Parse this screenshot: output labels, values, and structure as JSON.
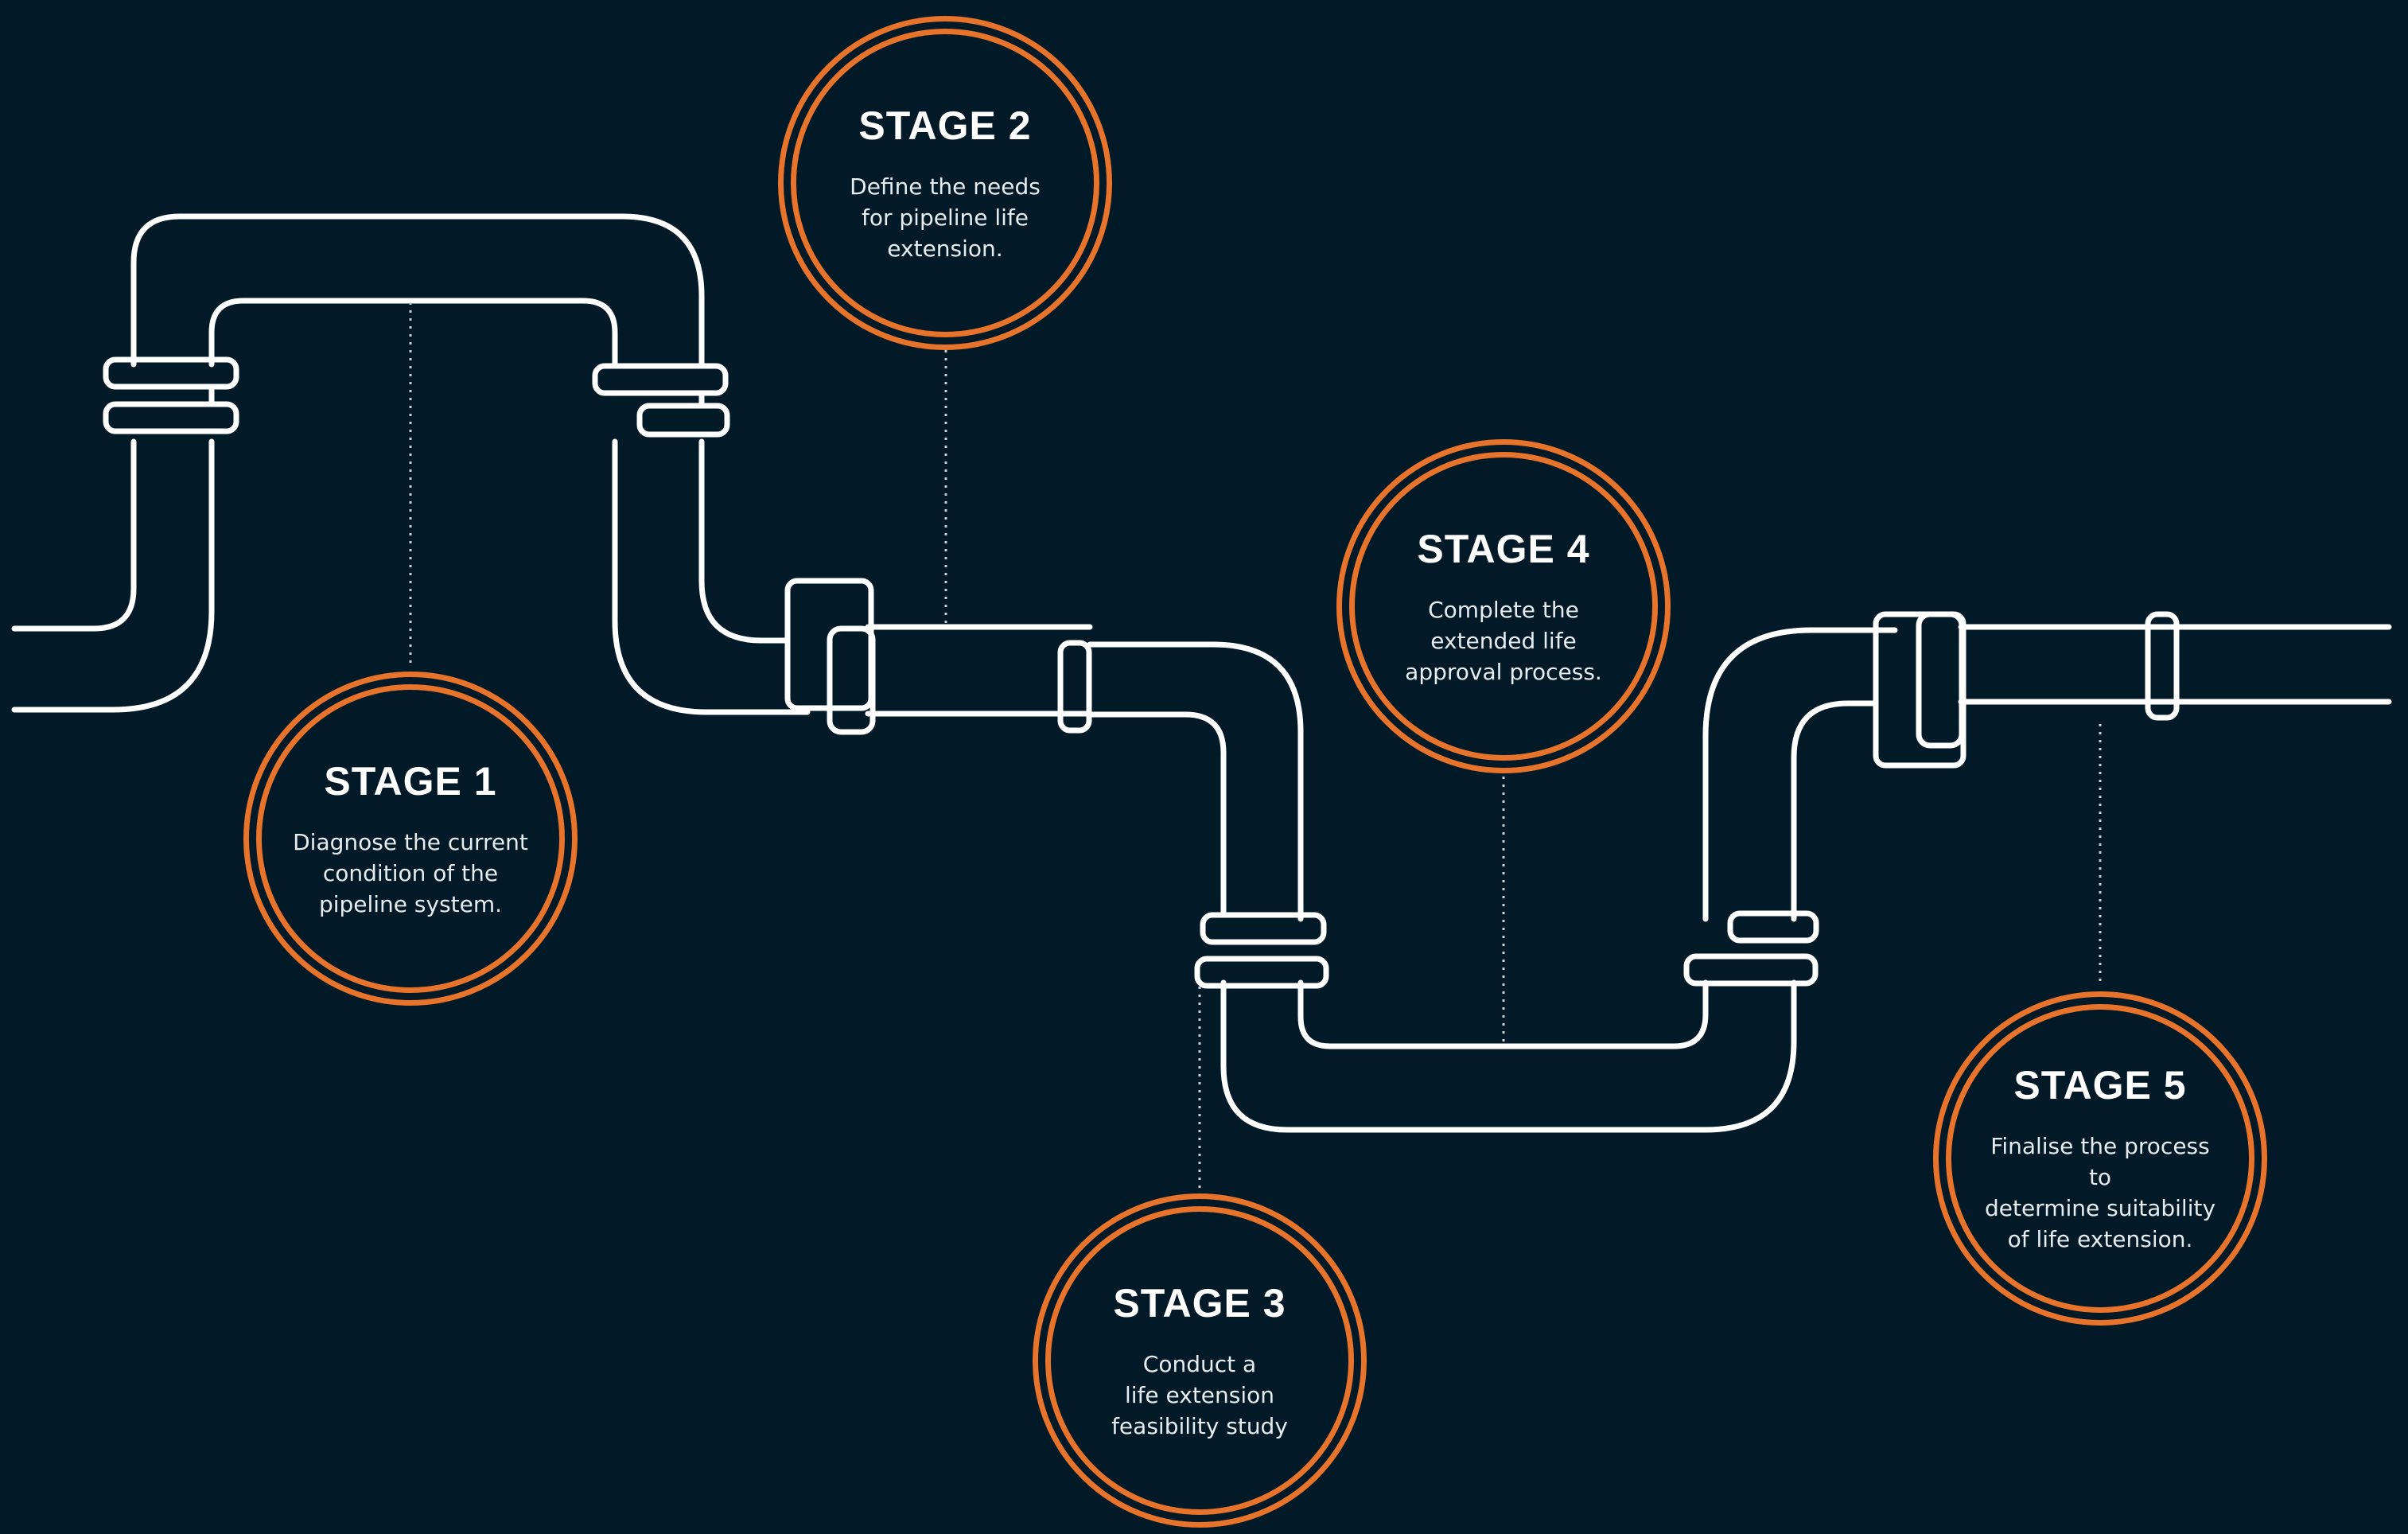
{
  "colors": {
    "background": "#021927",
    "pipe": "#ffffff",
    "accent": "#e8732a",
    "leader": "#c9d0d5"
  },
  "stages": [
    {
      "title": "STAGE 1",
      "lines": [
        "Diagnose the current",
        "condition of the",
        "pipeline system."
      ]
    },
    {
      "title": "STAGE 2",
      "lines": [
        "Define the needs",
        "for pipeline life",
        "extension."
      ]
    },
    {
      "title": "STAGE 3",
      "lines": [
        "Conduct a",
        "life extension",
        "feasibility study"
      ]
    },
    {
      "title": "STAGE 4",
      "lines": [
        "Complete the",
        "extended life",
        "approval process."
      ]
    },
    {
      "title": "STAGE 5",
      "lines": [
        "Finalise the process to",
        "determine suitability",
        "of life extension."
      ]
    }
  ]
}
